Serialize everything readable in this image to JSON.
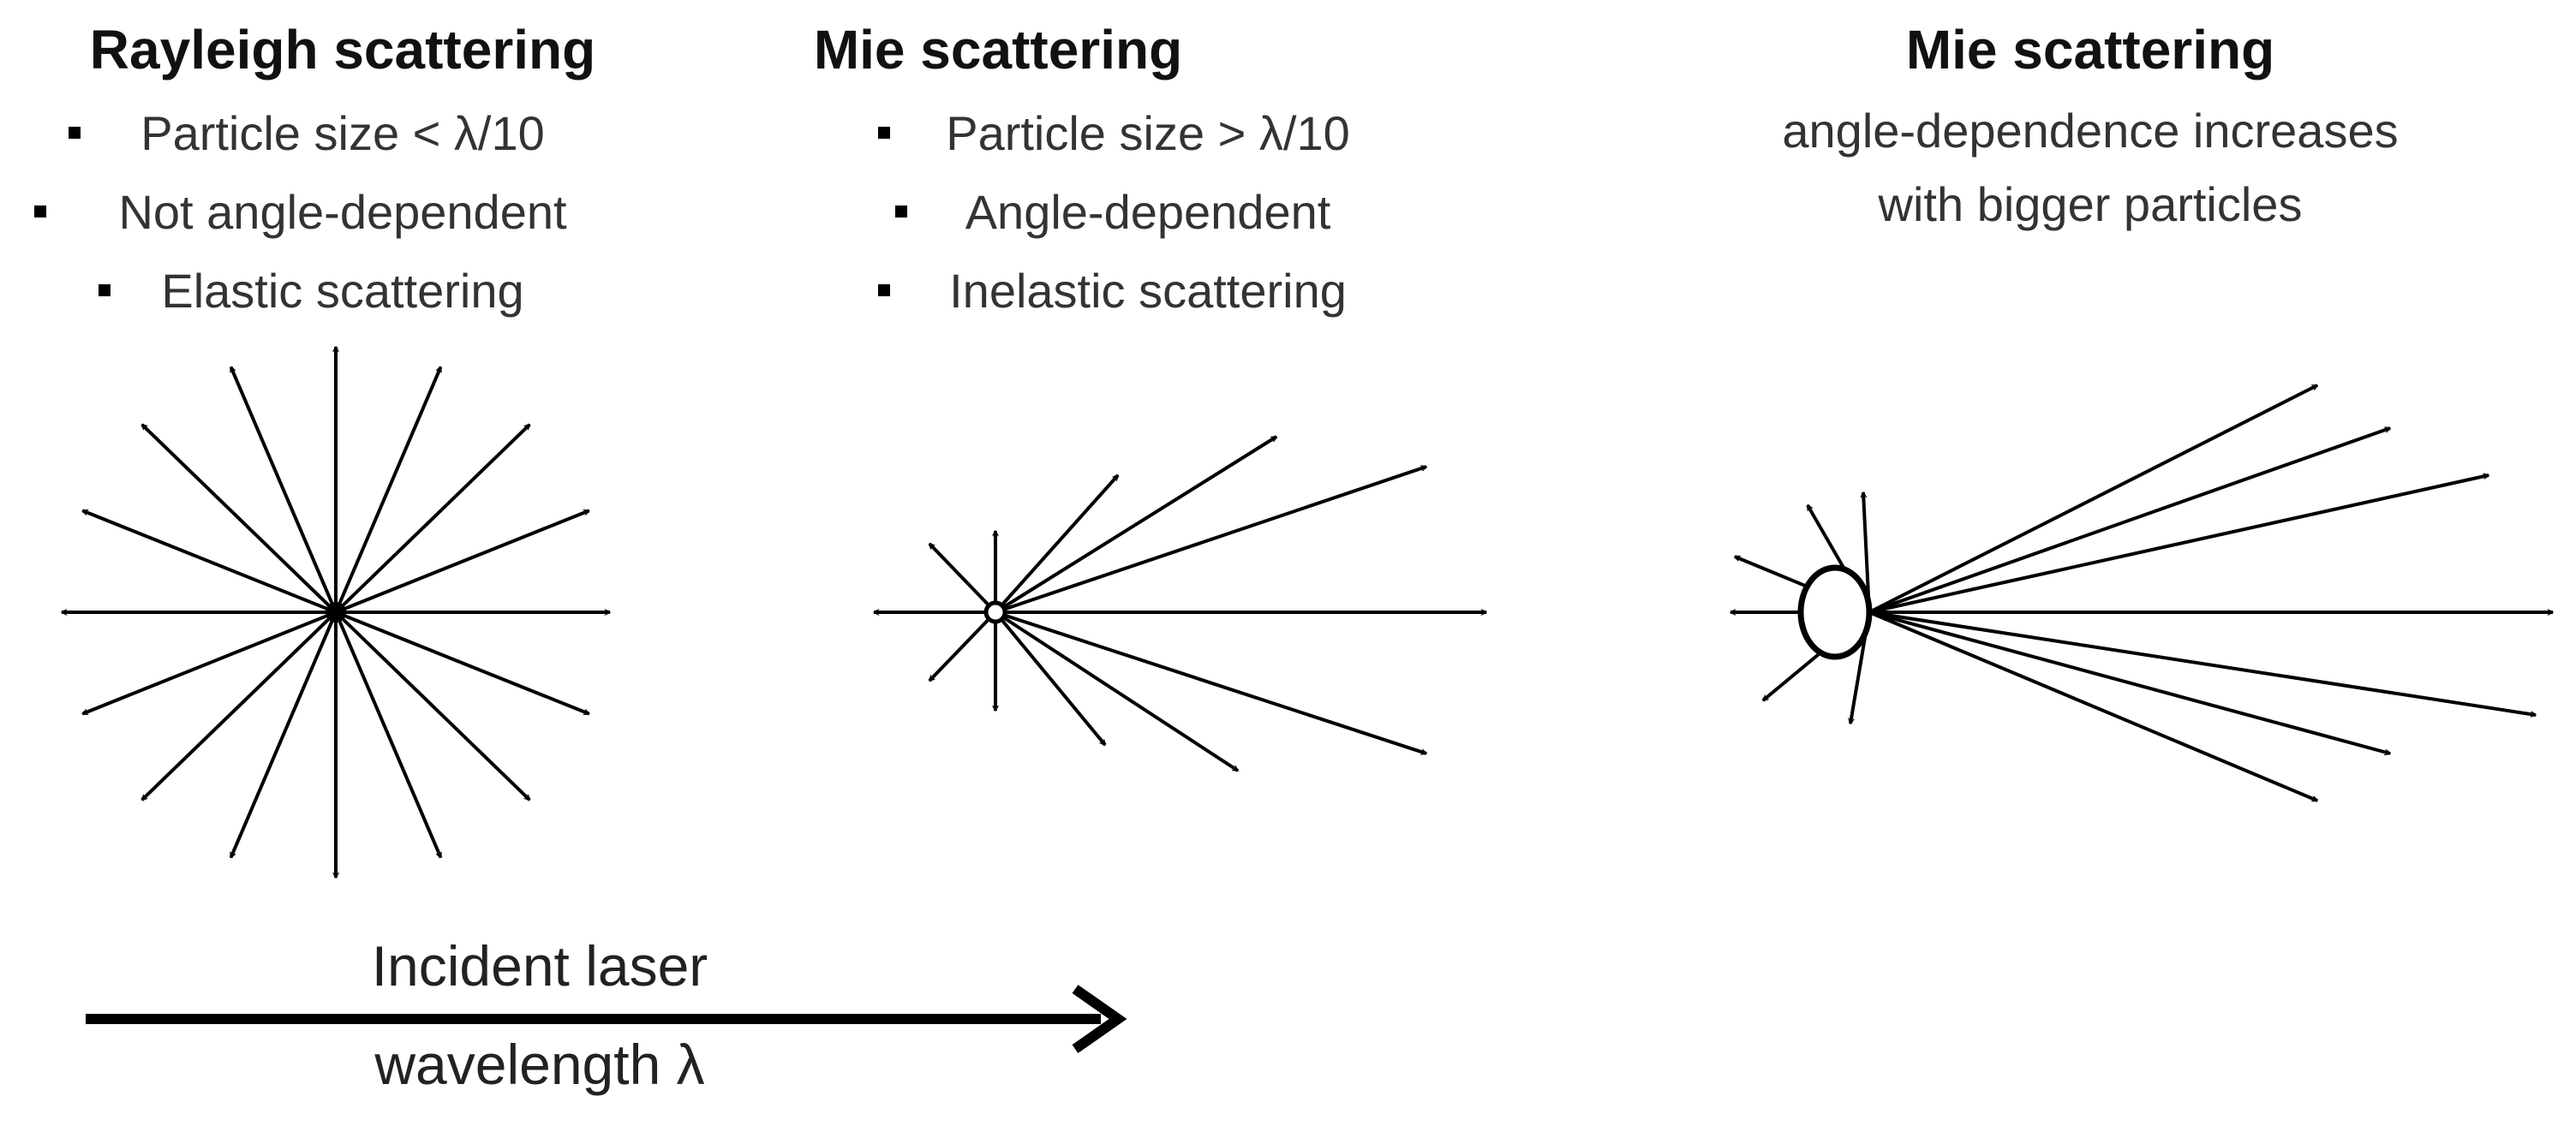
{
  "rayleigh": {
    "title": "Rayleigh scattering",
    "bullets": [
      "Particle size < λ/10",
      "Not angle-dependent",
      "Elastic scattering"
    ]
  },
  "mie_small": {
    "title": "Mie scattering",
    "bullets": [
      "Particle size > λ/10",
      "Angle-dependent",
      "Inelastic scattering"
    ]
  },
  "mie_large": {
    "title": "Mie scattering",
    "subtitle_line1": "angle-dependence increases",
    "subtitle_line2": "with bigger particles"
  },
  "incident": {
    "label_line1": "Incident laser",
    "label_line2": "wavelength λ"
  },
  "colors": {
    "ink": "#000000",
    "text": "#333333"
  }
}
